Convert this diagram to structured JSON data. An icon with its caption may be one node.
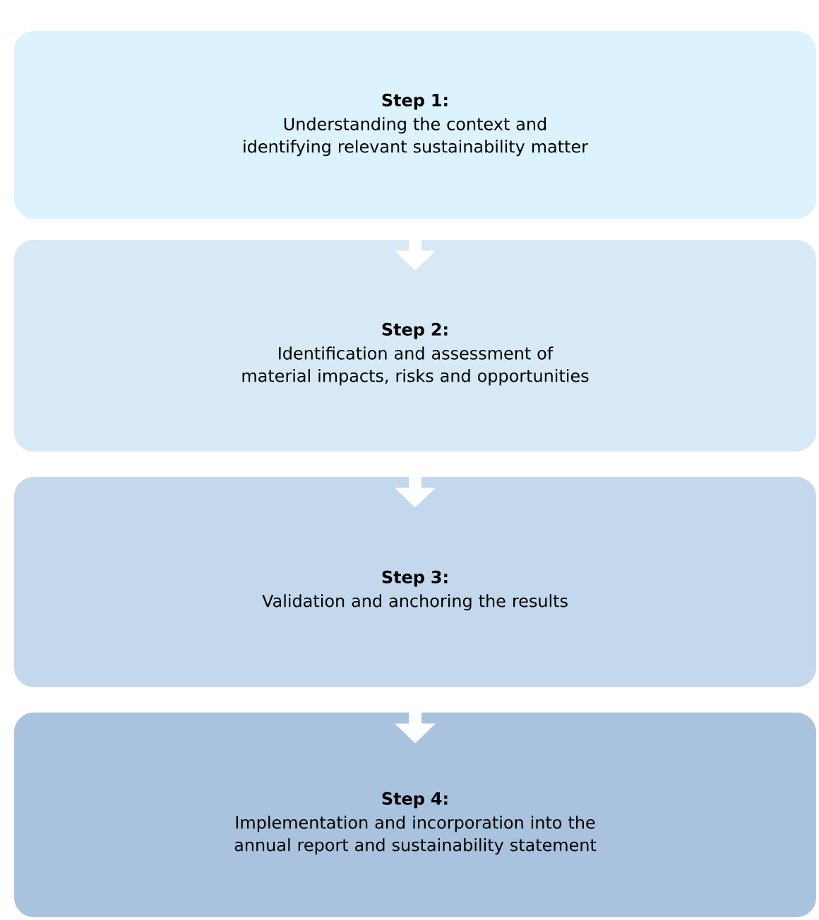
{
  "diagram": {
    "nodes": [
      {
        "text": [
          "Step 1:",
          "Understanding the context and identifying relevant sustainability matter"
        ]
      },
      {
        "text": [
          "Step 2:",
          "Identification and assessment of material impacts, risks and opportunities"
        ]
      },
      {
        "text": [
          "Step 3:",
          "Validation and anchoring the results"
        ]
      },
      {
        "text": [
          "Step 4:",
          "Implementation and incorporation into the annual report and sustainability statement"
        ]
      }
    ],
    "edges": [
      {
        "from": 0,
        "to": 1,
        "arrow": "to"
      },
      {
        "from": 1,
        "to": 2,
        "arrow": "to"
      },
      {
        "from": 2,
        "to": 3,
        "arrow": "to"
      }
    ]
  }
}
